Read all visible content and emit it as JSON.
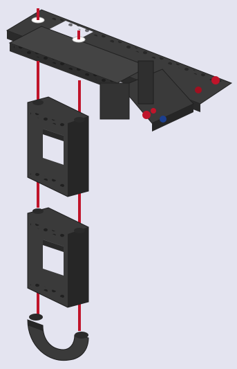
{
  "colors": {
    "background": "#e4e4f0",
    "brick_dark": "#2e2e2e",
    "brick_face": "#3c3c3c",
    "brick_light": "#555555",
    "hole": "#1a1a1a",
    "pin_red": "#c0142a",
    "pin_blue": "#1c3f8f",
    "axle_white": "#ffffff"
  },
  "parts": [
    "top-frame-beam-assembly",
    "square-frame-upper",
    "square-frame-lower",
    "curved-hook-piece"
  ],
  "callouts": [
    "assembly-guide-line-left",
    "assembly-guide-line-right"
  ]
}
